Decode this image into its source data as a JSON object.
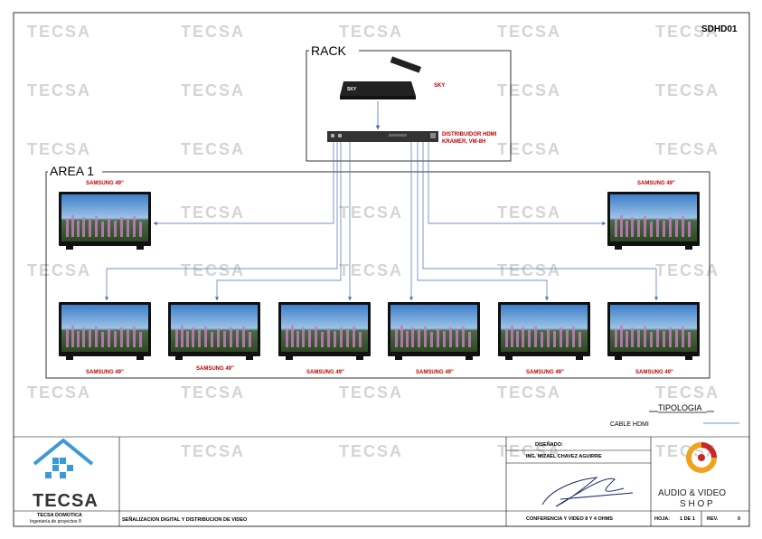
{
  "sheet_code": "SDHD01",
  "watermark": "TECSA",
  "rack_label": "RACK",
  "area_label": "AREA 1",
  "sky_label": "SKY",
  "sky_brand": "SKY",
  "distributor_label_line1": "DISTRIBUIDOR HDMI",
  "distributor_label_line2": "KRAMER, VM-8H",
  "tv_label": "SAMSUNG 49\"",
  "tipologia_title": "TIPOLOGIA",
  "cable_label": "CABLE HDMI",
  "title_block": {
    "company_name": "TECSA",
    "company_line1": "TECSA DOMOTICA",
    "company_line2": "Ingeniería de proyectos ®",
    "project_title": "SEÑALIZACION DIGITAL Y DISTRIBUCION DE VIDEO",
    "designed_label": "DISEÑADO:",
    "designer": "ING. MIZAEL CHAVEZ AGUIRRE",
    "project_name": "CONFERENCIA Y VIDEO  8 Y 4 OHMS",
    "sheet_label": "HOJA:",
    "sheet_value": "1 DE 1",
    "rev_label": "REV.",
    "rev_value": "0",
    "brand_line1": "AUDIO & VIDEO",
    "brand_line2": "S H O P"
  },
  "colors": {
    "cable": "#4a6fb5",
    "label_red": "#c00000",
    "watermark": "#d4d4d4",
    "house_blue": "#3a9ad9",
    "logo_orange": "#f0a21e",
    "logo_red": "#c62828"
  }
}
